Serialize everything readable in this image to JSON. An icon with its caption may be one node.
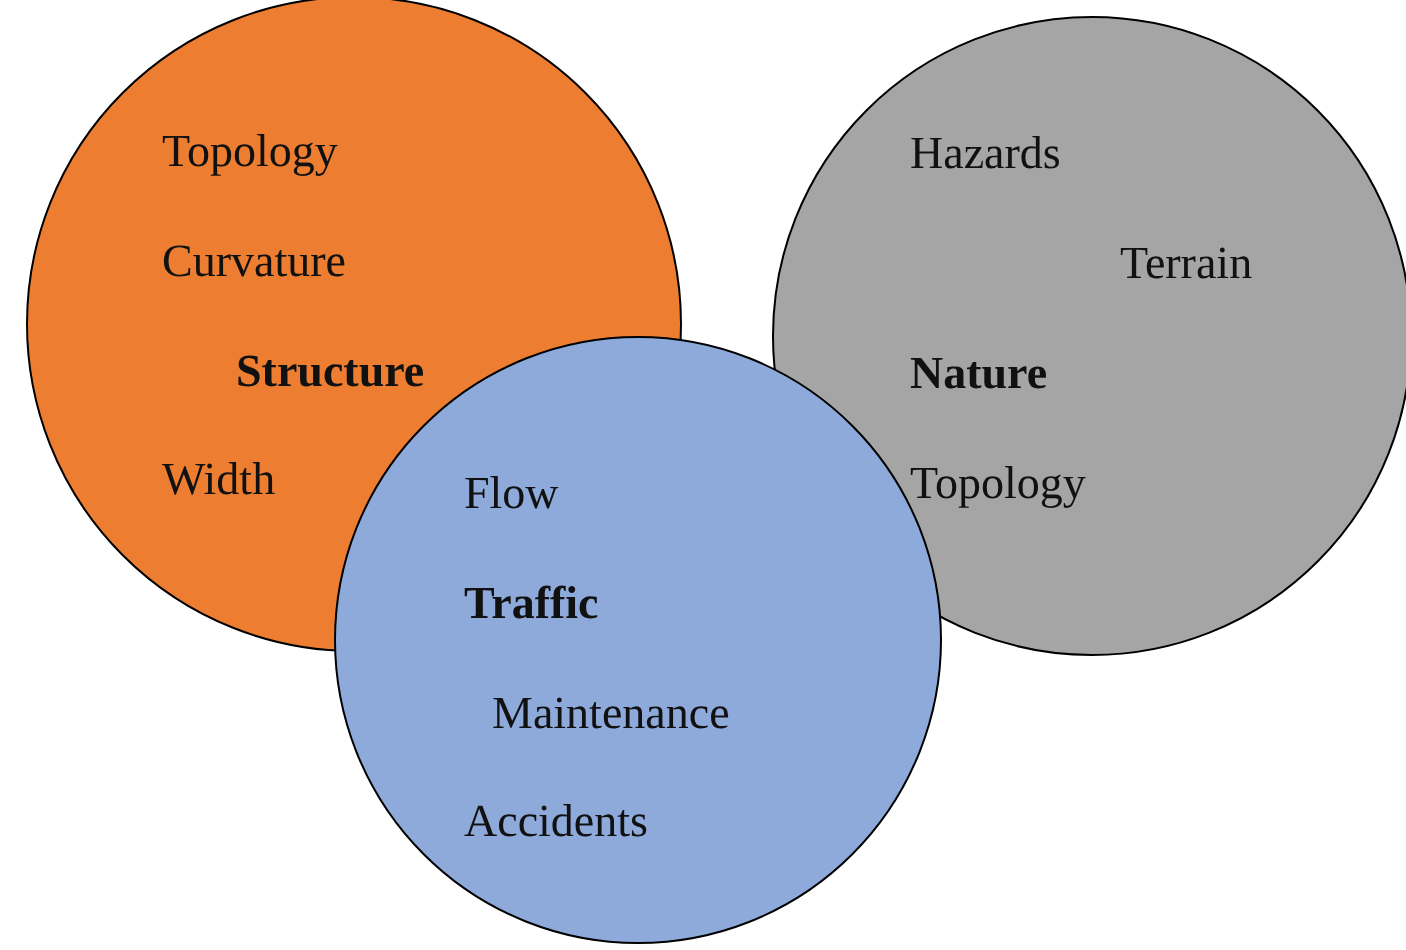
{
  "diagram": {
    "nodes": [
      {
        "text": [
          "Topology",
          "Curvature",
          "**Structure**",
          "Width"
        ]
      },
      {
        "text": [
          "Hazards",
          "Terrain",
          "**Nature**",
          "Topology"
        ]
      },
      {
        "text": [
          "Flow",
          "**Traffic**",
          "Maintenance",
          "Accidents"
        ]
      }
    ]
  }
}
